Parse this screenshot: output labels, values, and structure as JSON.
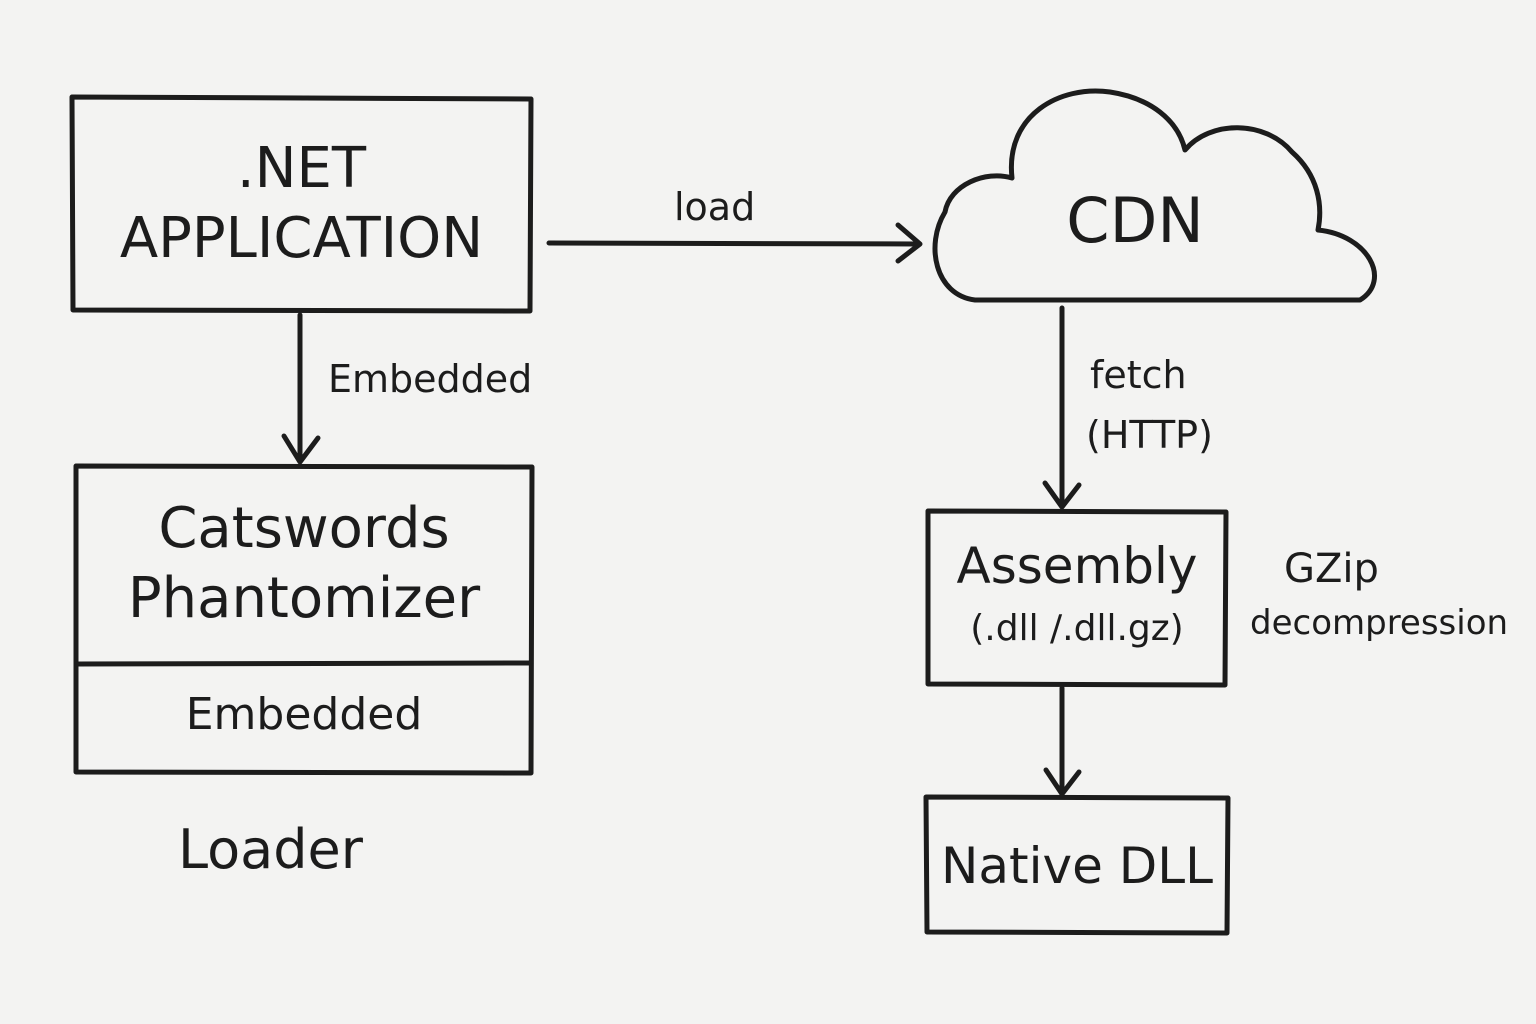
{
  "nodes": {
    "net_app": {
      "line1": ".NET",
      "line2": "APPLICATION"
    },
    "phantomizer": {
      "line1": "Catswords",
      "line2": "Phantomizer",
      "section": "Embedded"
    },
    "loader_caption": "Loader",
    "cdn": "CDN",
    "assembly": {
      "line1": "Assembly",
      "line2": "(.dll /.dll.gz)"
    },
    "native_dll": "Native DLL"
  },
  "edges": {
    "embedded": "Embedded",
    "load": "load",
    "fetch": {
      "line1": "fetch",
      "line2": "(HTTP)"
    }
  },
  "notes": {
    "gzip": {
      "line1": "GZip",
      "line2": "decompression"
    }
  },
  "colors": {
    "ink": "#1c1c1c",
    "paper": "#f3f3f2"
  }
}
